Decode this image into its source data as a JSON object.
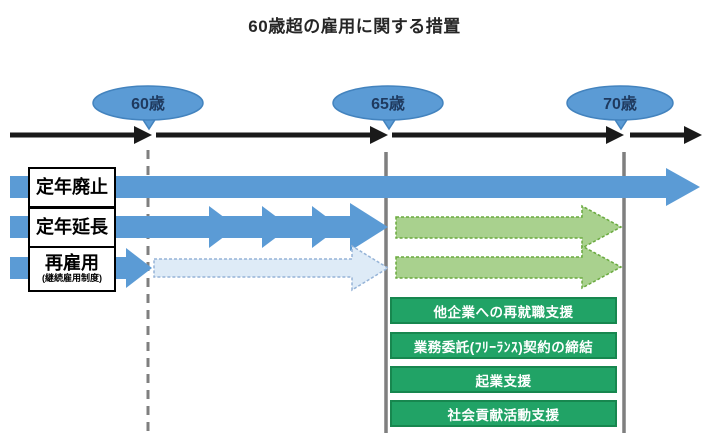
{
  "title": "60歳超の雇用に関する措置",
  "timeline": {
    "ages": [
      {
        "label": "60歳"
      },
      {
        "label": "65歳"
      },
      {
        "label": "70歳"
      }
    ]
  },
  "rows": [
    {
      "label": "定年廃止"
    },
    {
      "label": "定年延長"
    },
    {
      "label": "再雇用",
      "sublabel": "(継続雇用制度)"
    }
  ],
  "support_items": [
    {
      "label": "他企業への再就職支援"
    },
    {
      "label": "業務委託(ﾌﾘｰﾗﾝｽ)契約の締結"
    },
    {
      "label": "起業支援"
    },
    {
      "label": "社会貢献活動支援"
    }
  ],
  "colors": {
    "arrow_blue": "#5B9BD5",
    "arrow_pale_blue_fill": "#DEEBF7",
    "arrow_pale_blue_border": "#95B3D7",
    "arrow_green_fill": "#A9D18E",
    "arrow_green_border": "#6AAA3F",
    "support_box_green": "#21A366",
    "support_box_border": "#17874F",
    "timeline_black": "#1A1A1A",
    "guide_line_gray": "#7F7F7F",
    "age_bubble_fill": "#5B9BD5",
    "age_text_navy": "#1F3A5F"
  }
}
